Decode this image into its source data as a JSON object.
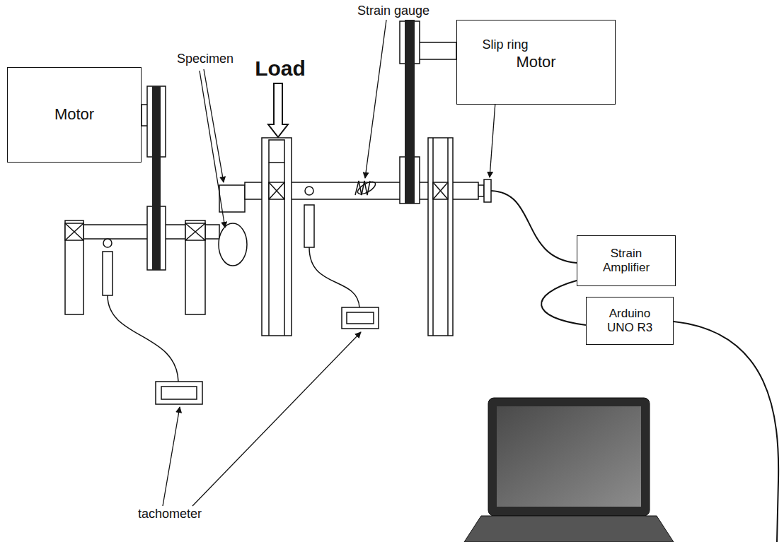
{
  "diagram": {
    "nodes": [
      {
        "text": [
          "Motor"
        ]
      },
      {
        "text": [
          "Motor"
        ]
      },
      {
        "text": [
          "Strain Amplifier"
        ]
      },
      {
        "text": [
          "Arduino UNO R3"
        ]
      }
    ],
    "edges": [
      {
        "from": 2,
        "to": 3,
        "arrow": "none"
      }
    ],
    "labels": [
      "Load",
      "Specimen",
      "Strain gauge",
      "Slip ring",
      "tachometer"
    ]
  }
}
